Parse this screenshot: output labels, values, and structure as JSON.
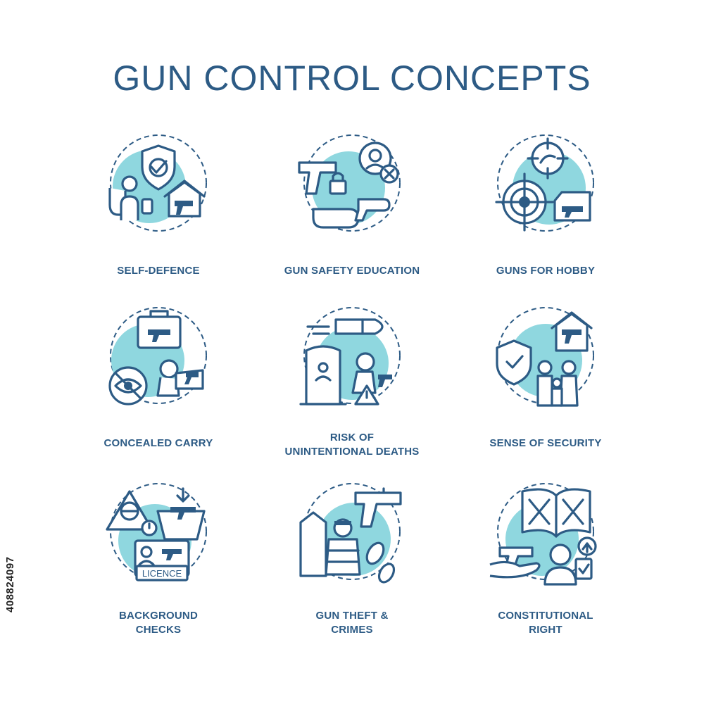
{
  "title": "GUN CONTROL CONCEPTS",
  "accent_color": "#2d5b85",
  "highlight_color": "#8fd7df",
  "stock_id": "408824097",
  "concepts": [
    {
      "label_lines": [
        "SELF-DEFENCE"
      ],
      "icon": "self-defence-icon"
    },
    {
      "label_lines": [
        "GUN SAFETY EDUCATION"
      ],
      "icon": "gun-safety-education-icon"
    },
    {
      "label_lines": [
        "GUNS FOR HOBBY"
      ],
      "icon": "guns-for-hobby-icon"
    },
    {
      "label_lines": [
        "CONCEALED CARRY"
      ],
      "icon": "concealed-carry-icon"
    },
    {
      "label_lines": [
        "RISK OF",
        "UNINTENTIONAL DEATHS"
      ],
      "icon": "unintentional-deaths-icon"
    },
    {
      "label_lines": [
        "SENSE OF SECURITY"
      ],
      "icon": "sense-of-security-icon"
    },
    {
      "label_lines": [
        "BACKGROUND",
        "CHECKS"
      ],
      "icon": "background-checks-icon",
      "badge_text": "LICENCE"
    },
    {
      "label_lines": [
        "GUN THEFT &",
        "CRIMES"
      ],
      "icon": "gun-theft-icon"
    },
    {
      "label_lines": [
        "CONSTITUTIONAL",
        "RIGHT"
      ],
      "icon": "constitutional-right-icon"
    }
  ]
}
